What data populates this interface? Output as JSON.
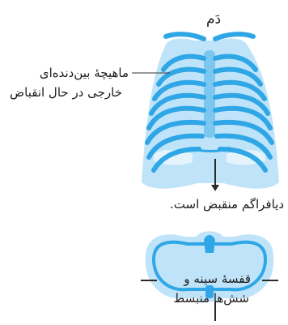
{
  "labels": {
    "inhale": "دَم",
    "muscle_line1": "ماهیچهٔ بین‌دنده‌ای",
    "muscle_line2": "خارجی در حال انقباض",
    "diaphragm": "دیافراگم منقبض است.",
    "chest_line1": "قفسهٔ سینه و",
    "chest_line2": "شش‌ها منبسط"
  },
  "colors": {
    "lung": "#bfe3f8",
    "rib": "#2fa6e6",
    "rib_light": "#7cc7f0",
    "cavity": "#ffffff",
    "leader": "#333333",
    "arrow": "#2a2a2a"
  }
}
